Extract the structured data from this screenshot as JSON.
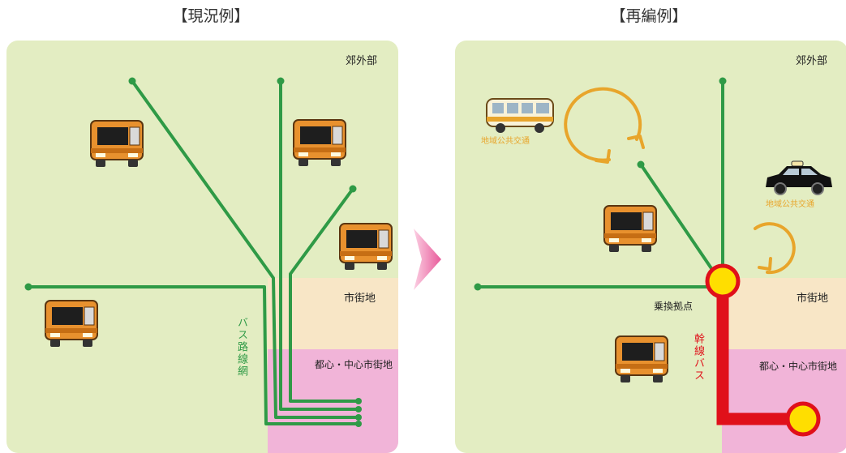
{
  "headings": {
    "left": "【現況例】",
    "right": "【再編例】"
  },
  "zones": {
    "suburb": "郊外部",
    "urban": "市街地",
    "center": "都心・中心市街地"
  },
  "left": {
    "route_label": "バス路線網"
  },
  "right": {
    "transfer_hub": "乗換拠点",
    "trunk_bus": "幹線バス",
    "community_transit_1": "地域公共交通",
    "community_transit_2": "地域公共交通"
  },
  "colors": {
    "panel_bg": "#e3edc2",
    "urban_zone": "#f8e6c6",
    "center_zone": "#f1b4d8",
    "route_green": "#2f9a46",
    "trunk_red": "#e0101a",
    "hub_yellow": "#ffde00",
    "loop_orange": "#e8a52b",
    "arrow_pink": "#e85a9a"
  },
  "icons": [
    "bus-icon",
    "minibus-icon",
    "taxi-icon",
    "loop-arrow-icon",
    "next-arrow-icon"
  ]
}
